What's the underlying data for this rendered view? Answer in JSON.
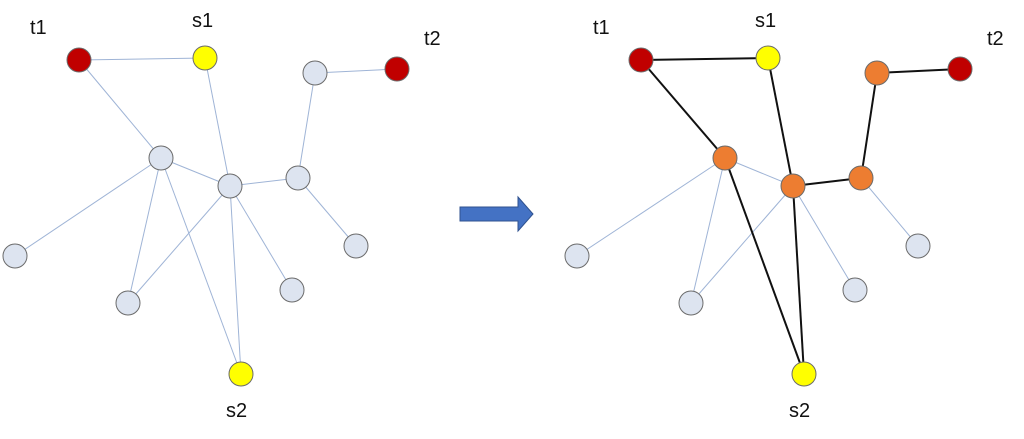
{
  "colors": {
    "default_node": "#dde4f0",
    "terminal_t": "#c00000",
    "terminal_s": "#ffff00",
    "steiner_node": "#ed7d31",
    "thin_edge": "#9fb4d6",
    "bold_edge": "#111111",
    "arrow": "#4472c4"
  },
  "left_graph": {
    "labels": {
      "t1": "t1",
      "s1": "s1",
      "t2": "t2",
      "s2": "s2"
    }
  },
  "right_graph": {
    "labels": {
      "t1": "t1",
      "s1": "s1",
      "t2": "t2",
      "s2": "s2"
    }
  },
  "transition": {
    "icon": "right-arrow-icon"
  }
}
